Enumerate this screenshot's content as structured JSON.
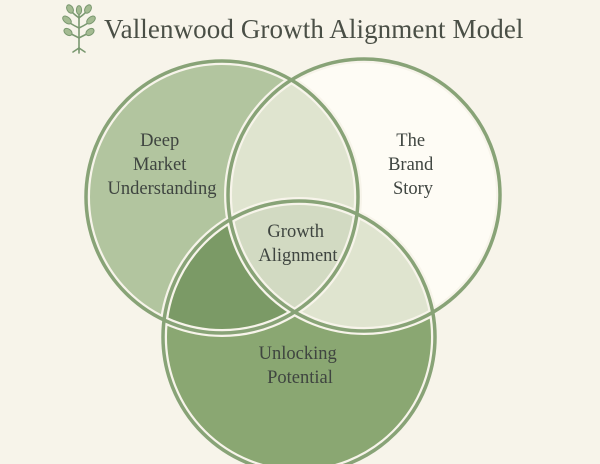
{
  "header": {
    "title": "Vallenwood Growth Alignment Model",
    "logo_icon": "sprout-icon"
  },
  "diagram": {
    "circles": {
      "market": {
        "lines": [
          "Deep",
          "Market",
          "Understanding"
        ]
      },
      "brand": {
        "lines": [
          "The",
          "Brand",
          "Story"
        ]
      },
      "potential": {
        "lines": [
          "Unlocking",
          "Potential"
        ]
      }
    },
    "center": {
      "lines": [
        "Growth",
        "Alignment"
      ]
    }
  },
  "colors": {
    "background": "#f7f4ea",
    "market_fill": "#b2c59f",
    "brand_fill": "#fefcf5",
    "potential_fill": "#8aa772",
    "overlap_light": "#dfe4cf",
    "overlap_dark": "#7b9a66",
    "center_fill": "#d2dac2",
    "stroke": "#88a377",
    "white_ring": "#f7f4ea"
  }
}
